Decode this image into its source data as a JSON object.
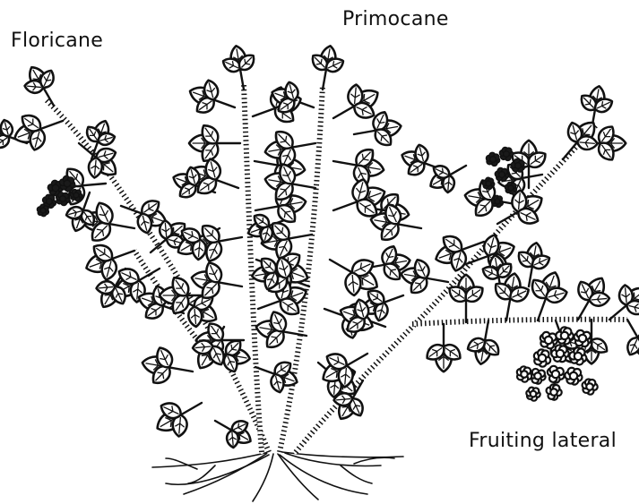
{
  "labels": {
    "floricane": "Floricane",
    "primocane": "Primocane",
    "fruiting_lateral": "Fruiting lateral"
  },
  "colors": {
    "ink": "#111111",
    "paper": "#ffffff"
  }
}
